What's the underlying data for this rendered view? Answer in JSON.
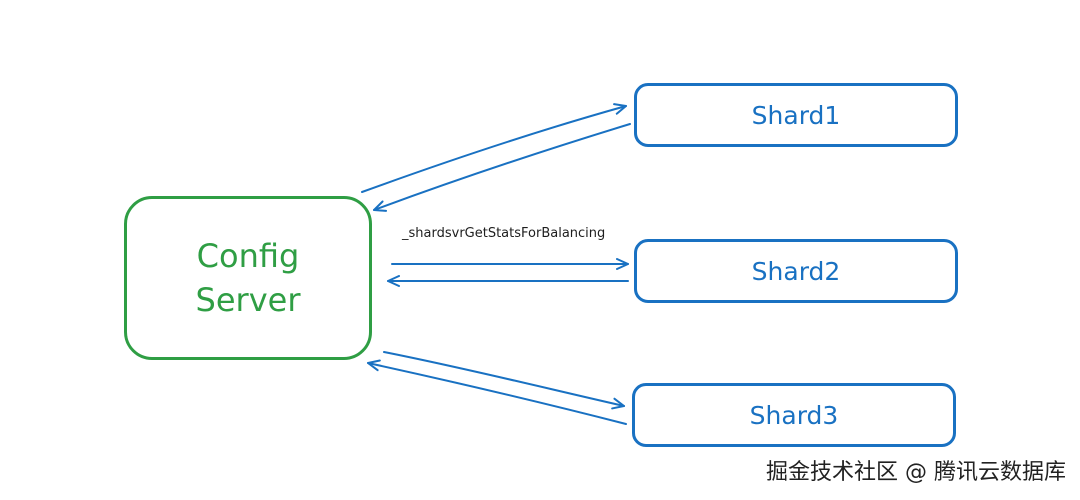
{
  "nodes": {
    "config_server": {
      "line1": "Config",
      "line2": "Server"
    },
    "shard1": {
      "label": "Shard1"
    },
    "shard2": {
      "label": "Shard2"
    },
    "shard3": {
      "label": "Shard3"
    }
  },
  "edge_label": "_shardsvrGetStatsForBalancing",
  "watermark": "掘金技术社区 @ 腾讯云数据库",
  "colors": {
    "config": "#2f9e44",
    "shard": "#1971c2",
    "arrow": "#1971c2"
  }
}
